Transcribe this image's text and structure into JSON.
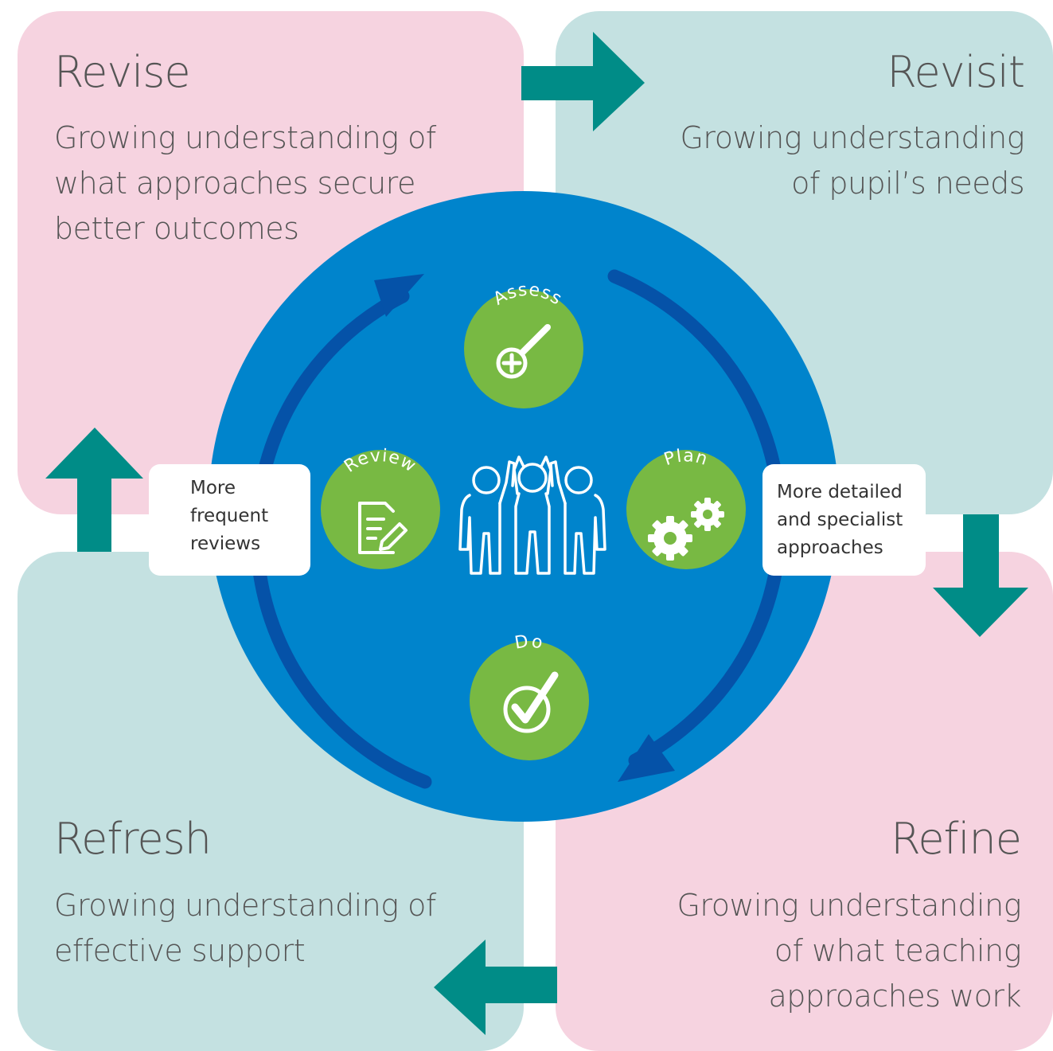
{
  "quadrants": {
    "revise": {
      "title": "Revise",
      "lines": [
        "Growing understanding of",
        "what approaches secure",
        "better outcomes"
      ]
    },
    "revisit": {
      "title": "Revisit",
      "lines": [
        "Growing understanding",
        "of pupil’s needs"
      ]
    },
    "refresh": {
      "title": "Refresh",
      "lines": [
        "Growing understanding of",
        "effective support"
      ]
    },
    "refine": {
      "title": "Refine",
      "lines": [
        "Growing understanding",
        "of what teaching",
        "approaches work"
      ]
    }
  },
  "cycle": {
    "assess": "Assess",
    "plan": "Plan",
    "do": "Do",
    "review": "Review"
  },
  "callouts": {
    "left": [
      "More",
      "frequent",
      "reviews"
    ],
    "right": [
      "More detailed",
      "and specialist",
      "approaches"
    ]
  },
  "colors": {
    "pink": "#f6d3e0",
    "teal": "#c4e1e1",
    "arrow": "#008c87",
    "circle": "#0084cc",
    "cycle_arrow": "#0552a8",
    "green": "#78b943"
  }
}
